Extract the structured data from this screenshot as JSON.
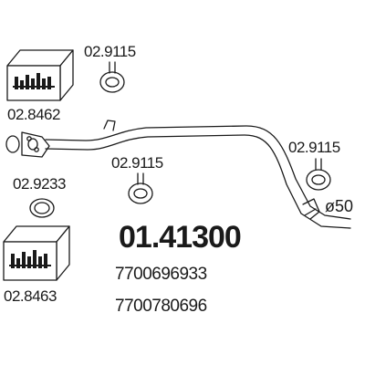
{
  "diagram": {
    "main_part_number": "01.41300",
    "oem_numbers": [
      "7700696933",
      "7700780696"
    ],
    "pipe_diameter_label": "ø50",
    "parts": {
      "box_top": "02.8462",
      "box_bottom": "02.8463",
      "hanger_top": "02.9115",
      "hanger_middle": "02.9115",
      "hanger_right": "02.9115",
      "gasket": "02.9233"
    }
  }
}
